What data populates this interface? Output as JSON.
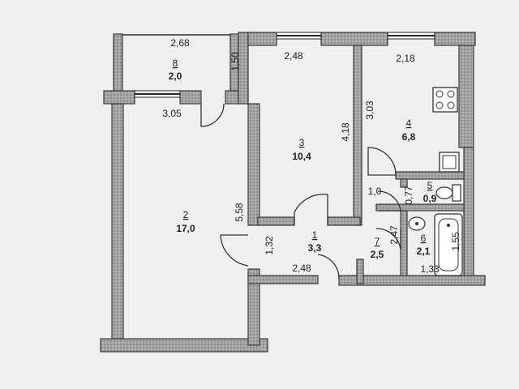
{
  "rooms": [
    {
      "number": "8",
      "area": "2,0"
    },
    {
      "number": "2",
      "area": "17,0"
    },
    {
      "number": "3",
      "area": "10,4"
    },
    {
      "number": "4",
      "area": "6,8"
    },
    {
      "number": "1",
      "area": "3,3"
    },
    {
      "number": "5",
      "area": "0,9"
    },
    {
      "number": "6",
      "area": "2,1"
    },
    {
      "number": "7",
      "area": "2,5"
    }
  ],
  "dimensions": {
    "balcony_width": "2,68",
    "balcony_depth": "1,50",
    "room2_width": "3,05",
    "room2_depth": "5,58",
    "room3_width": "2,48",
    "room3_depth": "4,18",
    "kitchen_width": "2,18",
    "kitchen_depth": "3,03",
    "hall_depth": "1,32",
    "hall_width": "2,48",
    "wc_width": "1,0",
    "wc_depth": "0,77",
    "corridor_depth": "2,47",
    "bath_depth": "1,55",
    "bath_width": "1,33"
  }
}
